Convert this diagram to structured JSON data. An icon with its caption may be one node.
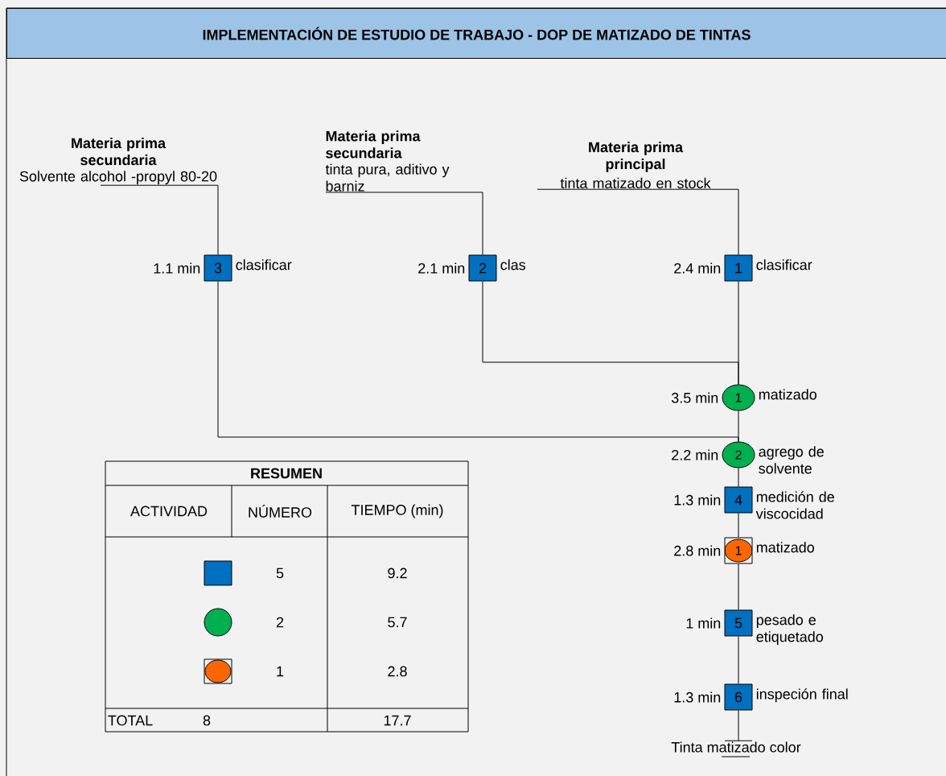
{
  "diagram": {
    "title": "IMPLEMENTACIÓN DE ESTUDIO DE TRABAJO - DOP DE MATIZADO DE TINTAS",
    "nodes": [
      {
        "text": [
          "Materia prima secundaria",
          "Solvente alcohol -propyl 80-20"
        ]
      },
      {
        "text": [
          "Materia prima secundaria",
          "tinta pura, aditivo y barniz"
        ]
      },
      {
        "text": [
          "Materia prima principal",
          "tinta matizado en stock"
        ]
      },
      {
        "text": [
          "3"
        ],
        "beside": [
          "1.1 min",
          "clasificar"
        ]
      },
      {
        "text": [
          "2"
        ],
        "beside": [
          "2.1 min",
          "clas"
        ]
      },
      {
        "text": [
          "1"
        ],
        "beside": [
          "2.4 min",
          "clasificar"
        ]
      },
      {
        "text": [
          "1"
        ],
        "beside": [
          "3.5 min",
          "matizado"
        ]
      },
      {
        "text": [
          "2"
        ],
        "beside": [
          "2.2 min",
          "agrego de solvente"
        ]
      },
      {
        "text": [
          "4"
        ],
        "beside": [
          "1.3 min",
          "medición de viscocidad"
        ]
      },
      {
        "text": [
          "1"
        ],
        "beside": [
          "2.8 min",
          "matizado"
        ]
      },
      {
        "text": [
          "5"
        ],
        "beside": [
          "1 min",
          "pesado e etiquetado"
        ]
      },
      {
        "text": [
          "6"
        ],
        "beside": [
          "1.3 min",
          "inspeción final"
        ]
      },
      {
        "text": [
          "Tinta matizado color"
        ]
      }
    ],
    "edges": [
      {
        "from": 0,
        "to": 3,
        "arrow": "none"
      },
      {
        "from": 1,
        "to": 4,
        "arrow": "none"
      },
      {
        "from": 2,
        "to": 5,
        "arrow": "none"
      },
      {
        "from": 5,
        "to": 6,
        "arrow": "none"
      },
      {
        "from": 4,
        "to": 6,
        "arrow": "none"
      },
      {
        "from": 6,
        "to": 7,
        "arrow": "none"
      },
      {
        "from": 3,
        "to": 7,
        "arrow": "none"
      },
      {
        "from": 7,
        "to": 8,
        "arrow": "none"
      },
      {
        "from": 8,
        "to": 9,
        "arrow": "none"
      },
      {
        "from": 9,
        "to": 10,
        "arrow": "none"
      },
      {
        "from": 10,
        "to": 11,
        "arrow": "none"
      },
      {
        "from": 11,
        "to": 12,
        "arrow": "none"
      }
    ],
    "labels": [
      "RESUMEN",
      "ACTIVIDAD",
      "NÚMERO",
      "TIEMPO (min)",
      "5",
      "9.2",
      "2",
      "5.7",
      "1",
      "2.8",
      "TOTAL",
      "8",
      "17.7"
    ]
  }
}
